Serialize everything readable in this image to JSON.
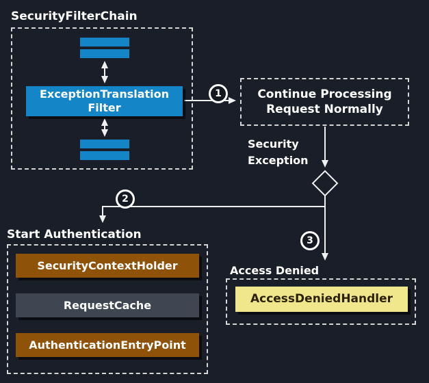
{
  "colors": {
    "background": "#1a1e28",
    "filter_blue": "#1486c8",
    "auth_brown": "#8e5209",
    "cache_gray": "#3f4551",
    "denied_khaki": "#f0e68c",
    "line_white": "#f0f0f0"
  },
  "security_filter_chain": {
    "title": "SecurityFilterChain",
    "filter_line1": "ExceptionTranslation",
    "filter_line2": "Filter"
  },
  "continue_processing": {
    "line1": "Continue Processing",
    "line2": "Request Normally"
  },
  "security_exception": {
    "line1": "Security",
    "line2": "Exception"
  },
  "steps": {
    "one": "1",
    "two": "2",
    "three": "3"
  },
  "start_authentication": {
    "title": "Start Authentication",
    "items": [
      "SecurityContextHolder",
      "RequestCache",
      "AuthenticationEntryPoint"
    ]
  },
  "access_denied": {
    "title": "Access Denied",
    "handler_label": "AccessDeniedHandler"
  }
}
